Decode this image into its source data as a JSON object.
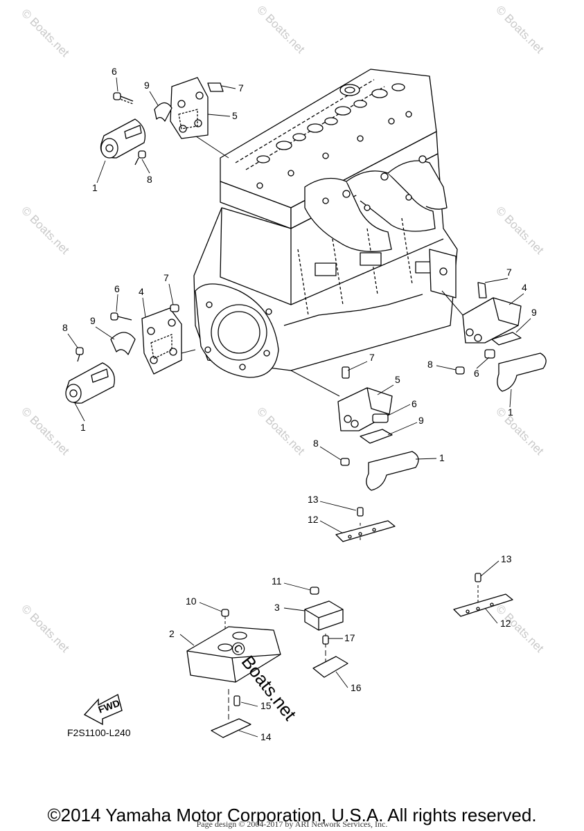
{
  "diagram": {
    "figure_code": "F2S1100-L240",
    "fwd_arrow_label": "FWD",
    "watermark": "© Boats.net",
    "main_watermark": "© Boats.net",
    "copyright": "©2014 Yamaha Motor Corporation, U.S.A. All rights reserved.",
    "page_credit": "Page design © 2004-2017 by ARI Network Services, Inc.",
    "callouts": [
      "6",
      "9",
      "7",
      "5",
      "1",
      "8",
      "6",
      "4",
      "7",
      "8",
      "9",
      "1",
      "7",
      "4",
      "9",
      "6",
      "8",
      "1",
      "7",
      "5",
      "6",
      "9",
      "8",
      "1",
      "13",
      "12",
      "11",
      "3",
      "10",
      "17",
      "2",
      "16",
      "15",
      "14",
      "13",
      "12"
    ]
  }
}
